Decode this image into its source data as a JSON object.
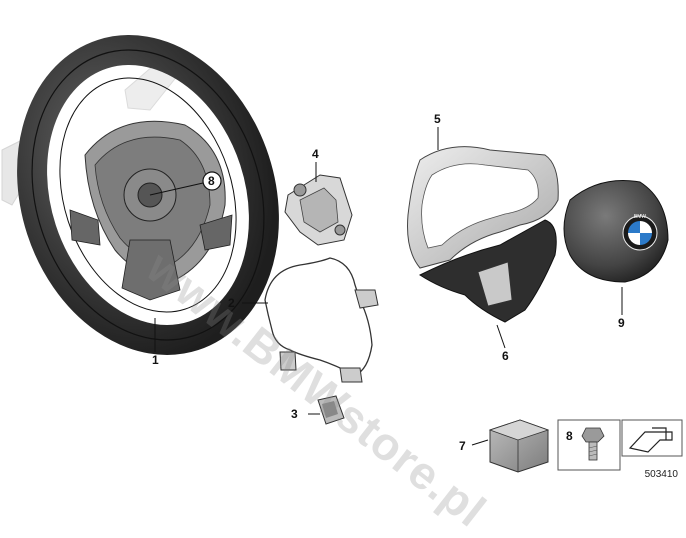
{
  "callouts": {
    "c1": "1",
    "c2": "2",
    "c3": "3",
    "c4": "4",
    "c5": "5",
    "c6": "6",
    "c7": "7",
    "c8_circled": "8",
    "c8_legend": "8",
    "c9": "9"
  },
  "watermark": "www.BMWstore.pl",
  "reference_number": "503410",
  "colors": {
    "rim": "#3a3a3a",
    "rim_highlight": "#6a6a6a",
    "trim": "#c9c9c9",
    "airbag": "#4a4a4a"
  },
  "logo_text": "BMW"
}
